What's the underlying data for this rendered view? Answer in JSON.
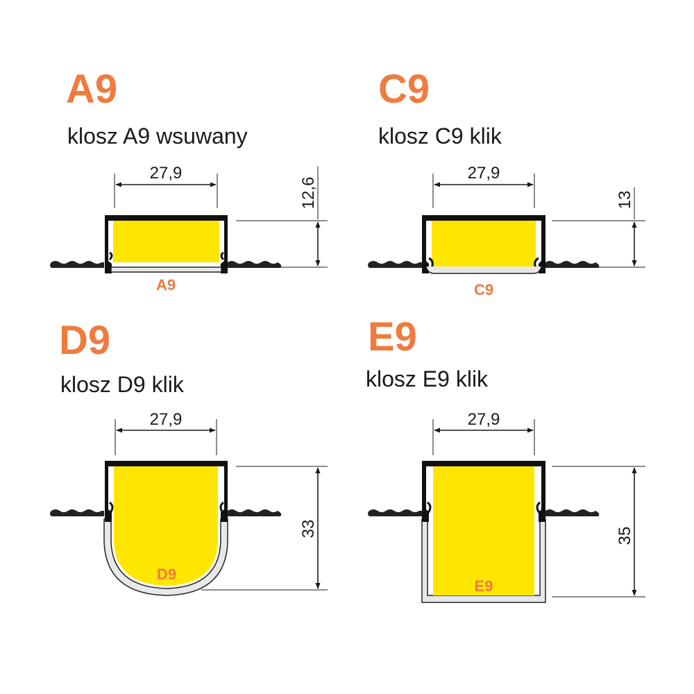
{
  "colors": {
    "accent": "#f07b3f",
    "led": "#ffe600",
    "profile": "#111111",
    "cover": "#e8e8e8"
  },
  "panels": {
    "a9": {
      "code": "A9",
      "subtitle": "klosz A9 wsuwany",
      "width_label": "27,9",
      "height_label": "12,6",
      "cover_label": "A9"
    },
    "c9": {
      "code": "C9",
      "subtitle": "klosz C9 klik",
      "width_label": "27,9",
      "height_label": "13",
      "cover_label": "C9"
    },
    "d9": {
      "code": "D9",
      "subtitle": "klosz D9 klik",
      "width_label": "27,9",
      "height_label": "33",
      "cover_label": "D9"
    },
    "e9": {
      "code": "E9",
      "subtitle": "klosz E9 klik",
      "width_label": "27,9",
      "height_label": "35",
      "cover_label": "E9"
    }
  }
}
